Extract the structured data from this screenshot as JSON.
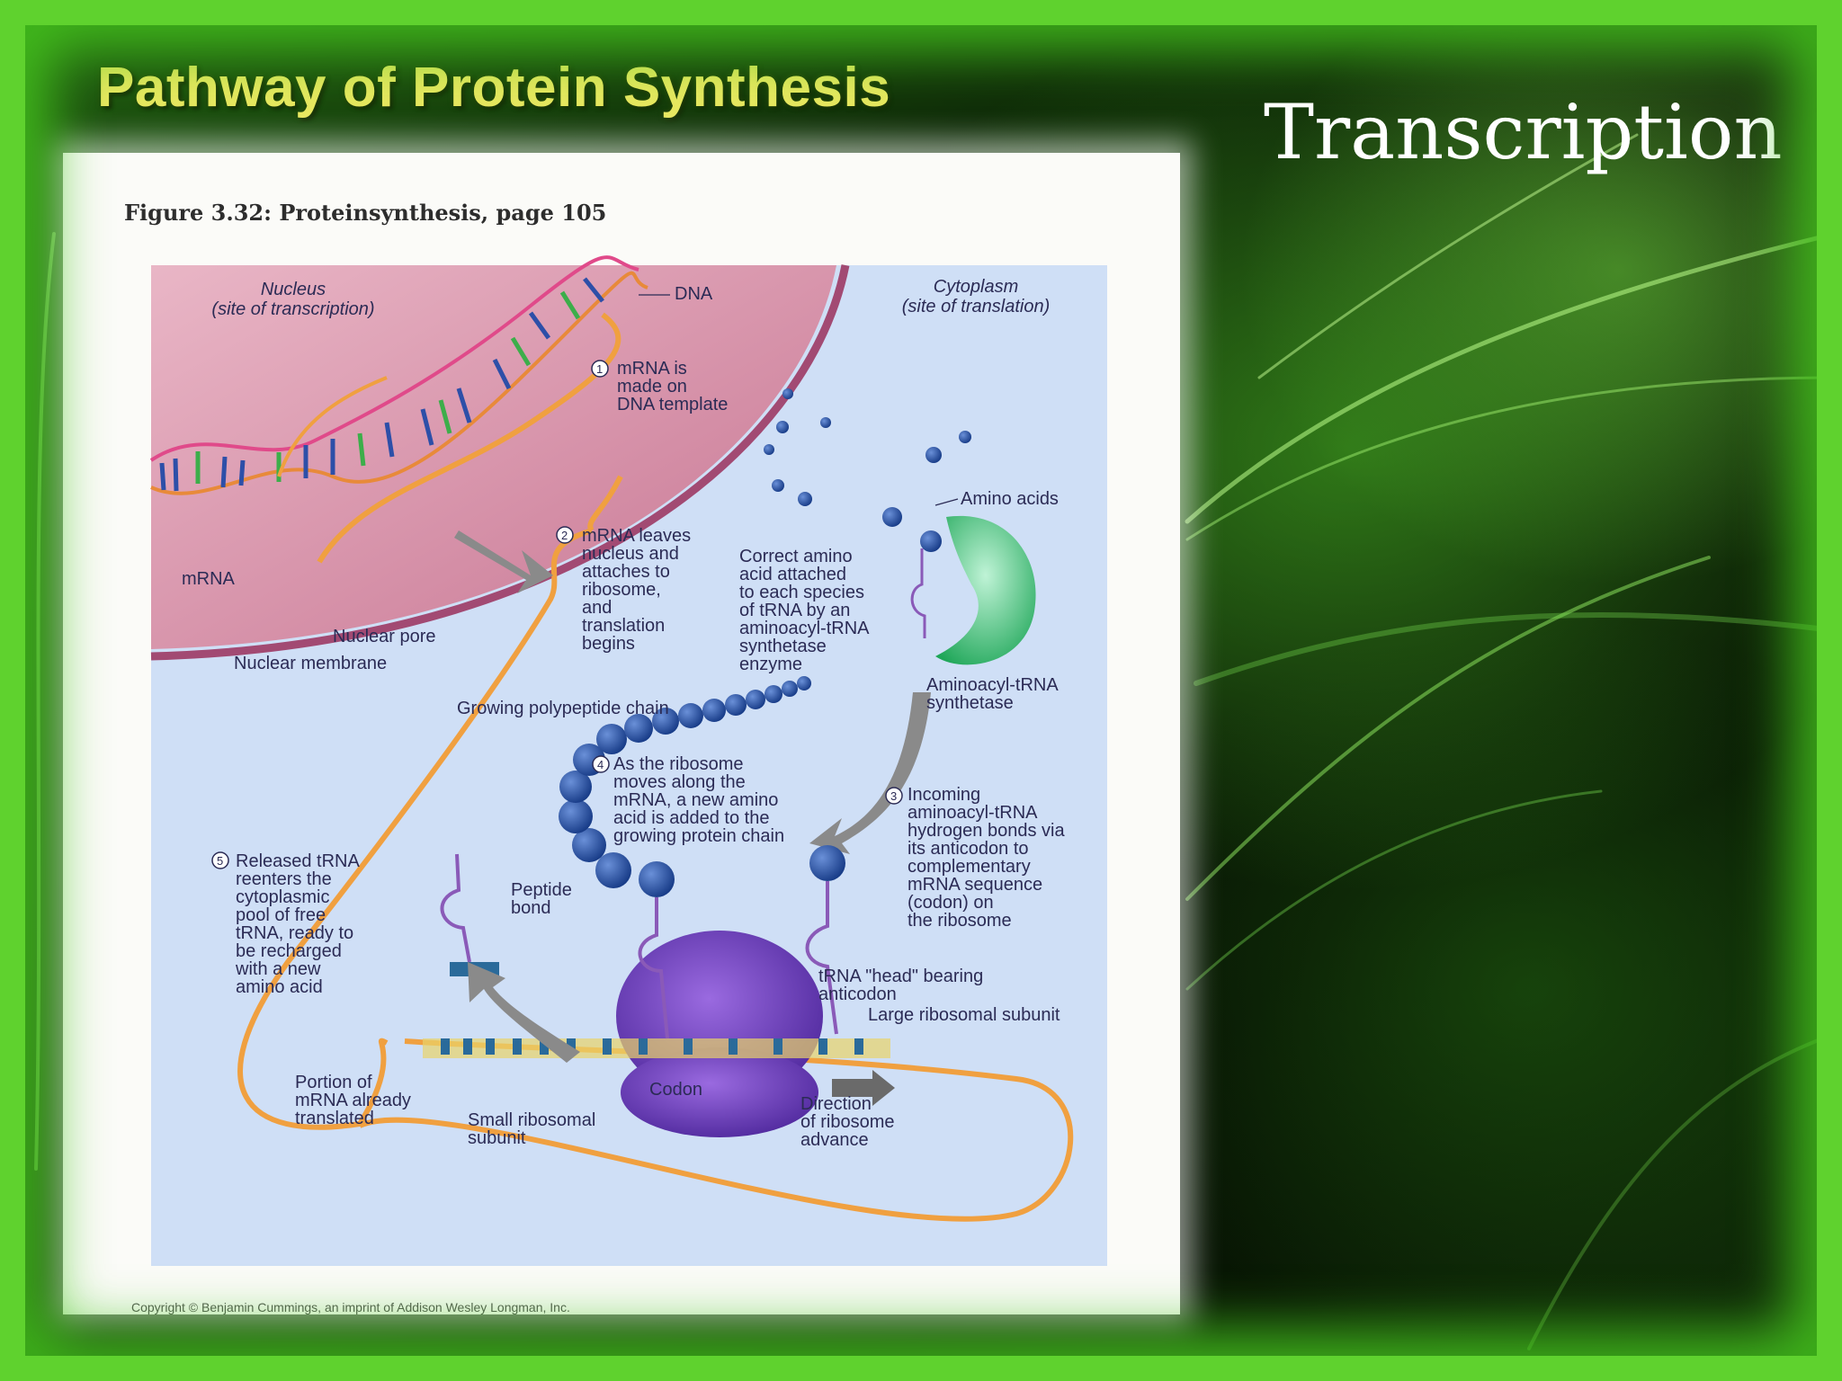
{
  "slide": {
    "title": "Pathway of Protein Synthesis",
    "subtitle": "Transcription"
  },
  "figure": {
    "caption": "Figure 3.32: Proteinsynthesis, page 105",
    "copyright": "Copyright © Benjamin Cummings, an imprint of Addison Wesley Longman, Inc."
  },
  "diagram": {
    "nucleus_label": [
      "Nucleus",
      "(site of transcription)"
    ],
    "cytoplasm_label": [
      "Cytoplasm",
      "(site of translation)"
    ],
    "dna": "DNA",
    "mrna": "mRNA",
    "nuclear_pore": "Nuclear pore",
    "nuclear_membrane": "Nuclear membrane",
    "amino_acids": "Amino acids",
    "growing_chain": "Growing polypeptide chain",
    "peptide_bond": [
      "Peptide",
      "bond"
    ],
    "aminoacyl_synthetase": [
      "Aminoacyl-tRNA",
      "synthetase"
    ],
    "trna_head": [
      "tRNA \"head\" bearing",
      "anticodon"
    ],
    "large_subunit": "Large ribosomal subunit",
    "small_subunit": [
      "Small ribosomal",
      "subunit"
    ],
    "codon": "Codon",
    "portion_translated": [
      "Portion of",
      "mRNA already",
      "translated"
    ],
    "direction": [
      "Direction",
      "of ribosome",
      "advance"
    ],
    "correct_amino": [
      "Correct amino",
      "acid attached",
      "to each species",
      "of tRNA by an",
      "aminoacyl-tRNA",
      "synthetase",
      "enzyme"
    ],
    "steps": [
      {
        "n": "1",
        "lines": [
          "mRNA is",
          "made on",
          "DNA template"
        ]
      },
      {
        "n": "2",
        "lines": [
          "mRNA leaves",
          "nucleus and",
          "attaches to",
          "ribosome,",
          "and",
          "translation",
          "begins"
        ]
      },
      {
        "n": "3",
        "lines": [
          "Incoming",
          "aminoacyl-tRNA",
          "hydrogen bonds via",
          "its anticodon to",
          "complementary",
          "mRNA sequence",
          "(codon) on",
          "the ribosome"
        ]
      },
      {
        "n": "4",
        "lines": [
          "As the ribosome",
          "moves along the",
          "mRNA, a new amino",
          "acid is added to the",
          "growing protein chain"
        ]
      },
      {
        "n": "5",
        "lines": [
          "Released tRNA",
          "reenters the",
          "cytoplasmic",
          "pool of free",
          "tRNA, ready to",
          "be recharged",
          "with a new",
          "amino acid"
        ]
      }
    ]
  }
}
